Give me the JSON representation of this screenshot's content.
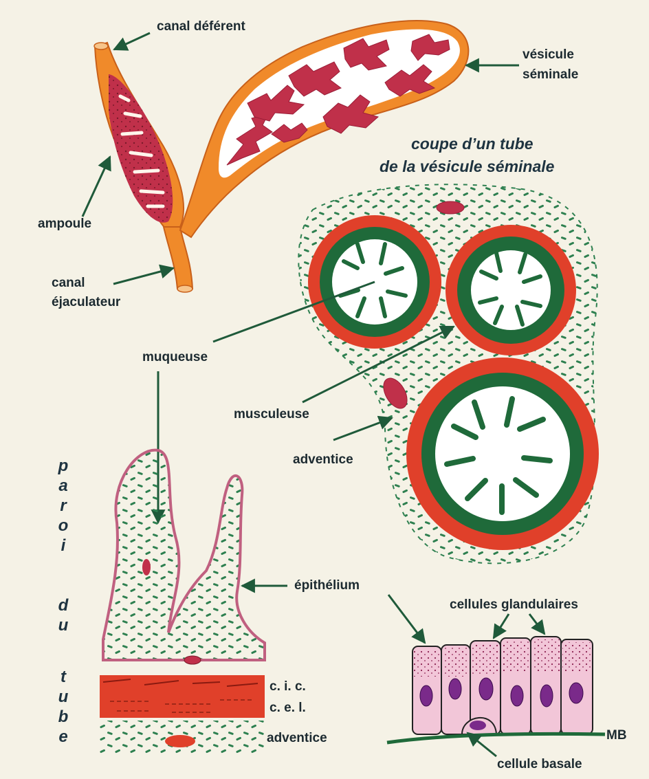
{
  "labels": {
    "canal_deferent": "canal déférent",
    "vesicule_seminale_1": "vésicule",
    "vesicule_seminale_2": "séminale",
    "ampoule": "ampoule",
    "canal_ejaculateur_1": "canal",
    "canal_ejaculateur_2": "éjaculateur",
    "muqueuse": "muqueuse",
    "musculeuse": "musculeuse",
    "adventice_section": "adventice",
    "epithelium": "épithélium",
    "cellules_glandulaires": "cellules glandulaires",
    "cic": "c. i. c.",
    "cel": "c. e. l.",
    "adventice_wall": "adventice",
    "mb": "MB",
    "cellule_basale": "cellule basale"
  },
  "section_title": {
    "line1": "coupe d’un tube",
    "line2": "de la vésicule séminale"
  },
  "vertical_title": {
    "word1": [
      "p",
      "a",
      "r",
      "o",
      "i"
    ],
    "word2": [
      "d",
      "u"
    ],
    "word3": [
      "t",
      "u",
      "b",
      "e"
    ]
  },
  "colors": {
    "background": "#f5f2e6",
    "duct_orange": "#f08a2a",
    "lumen_red": "#c0304a",
    "muscle_red": "#e0402a",
    "mucosa_green": "#1f6a3a",
    "epithelium_pink": "#f2c6d8",
    "nucleus_purple": "#7a2a8a",
    "arrow_green": "#1f5a3a",
    "text": "#1c2a30"
  }
}
